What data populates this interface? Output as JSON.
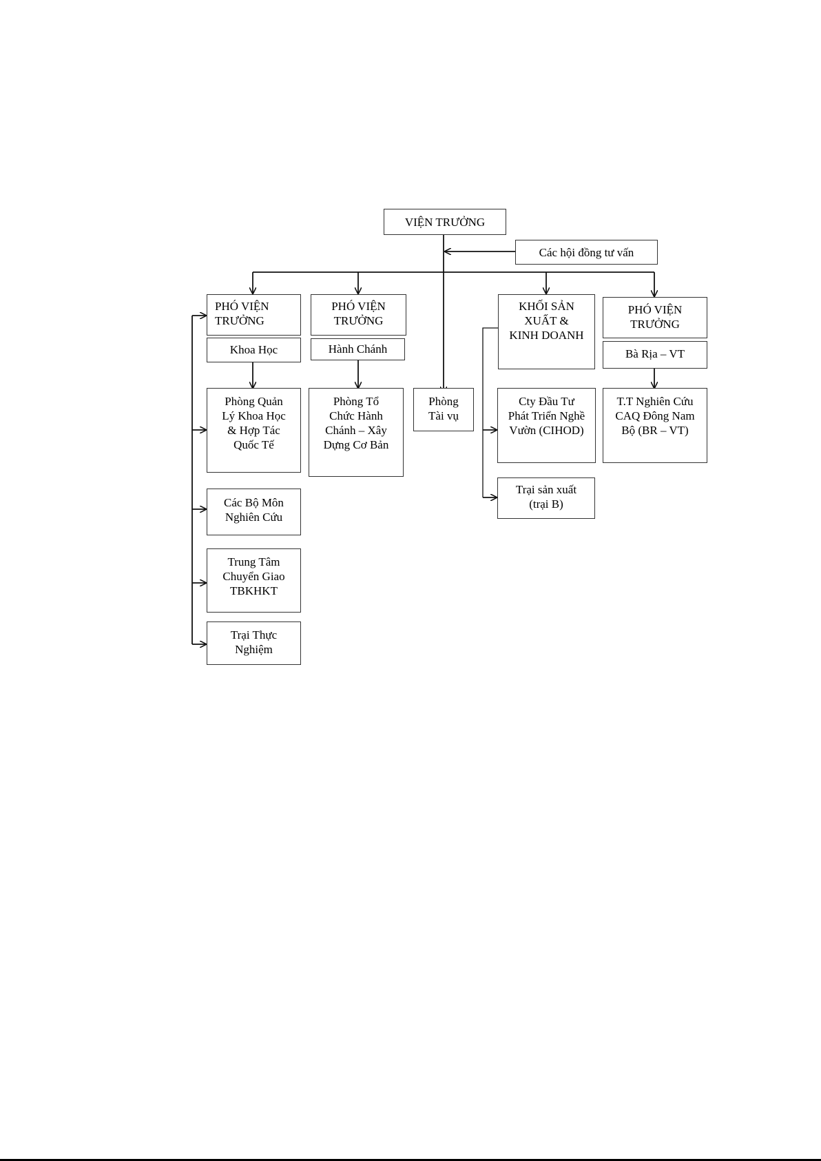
{
  "diagram": {
    "director": [
      "VIỆN TRƯỞNG"
    ],
    "advisory": [
      "Các hội đồng tư vấn"
    ],
    "vp_science": {
      "title": [
        "PHÓ VIỆN",
        "TRƯỞNG"
      ],
      "sub": [
        "Khoa Học"
      ]
    },
    "vp_admin": {
      "title": [
        "PHÓ VIỆN",
        "TRƯỞNG"
      ],
      "sub": [
        "Hành Chánh"
      ]
    },
    "finance": [
      "Phòng",
      "Tài vụ"
    ],
    "business": [
      "KHỐI SẢN",
      "XUẤT &",
      "KINH DOANH"
    ],
    "vp_baria": {
      "title": [
        "PHÓ VIỆN",
        "TRƯỞNG"
      ],
      "sub": [
        "Bà Rịa – VT"
      ]
    },
    "sci_mgmt": [
      "Phòng Quản",
      "Lý Khoa Học",
      "& Hợp Tác",
      "Quốc Tế"
    ],
    "research_depts": [
      "Các Bộ Môn",
      "Nghiên Cứu"
    ],
    "transfer_center": [
      "Trung Tâm",
      "Chuyển Giao",
      "TBKHKT"
    ],
    "exp_farm": [
      "Trại Thực",
      "Nghiệm"
    ],
    "admin_office": [
      "Phòng Tổ",
      "Chức Hành",
      "Chánh – Xây",
      "Dựng Cơ Bản"
    ],
    "cihod": [
      "Cty Đầu Tư",
      "Phát Triển Nghề",
      "Vườn (CIHOD)"
    ],
    "farm_b": [
      "Trại sản xuất",
      "(trại B)"
    ],
    "research_center_br": [
      "T.T Nghiên Cứu",
      "CAQ Đông Nam",
      "Bộ (BR – VT)"
    ]
  },
  "colors": {
    "line": "#111111",
    "border": "#333333"
  }
}
